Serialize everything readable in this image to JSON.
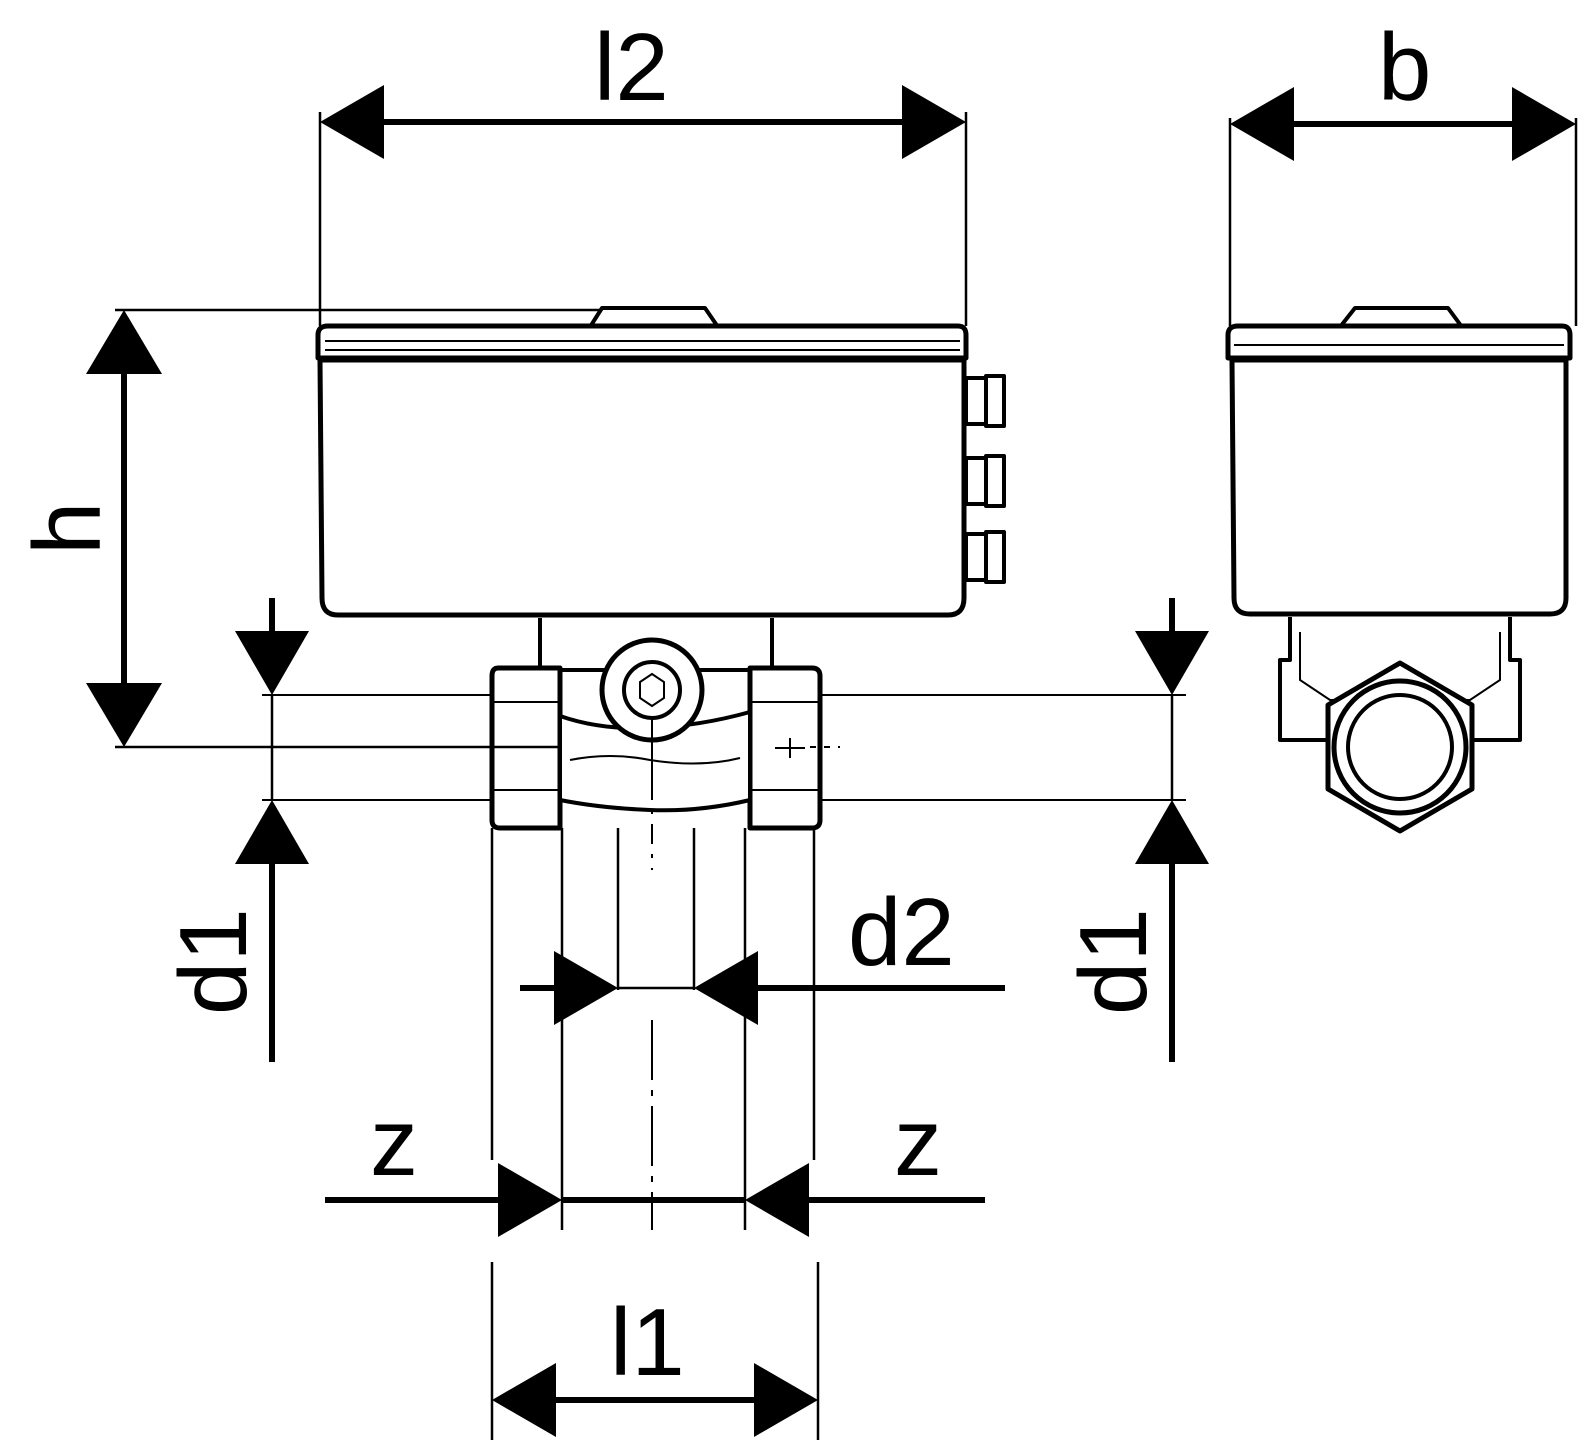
{
  "labels": {
    "l2": "l2",
    "b": "b",
    "h": "h",
    "d1_left": "d1",
    "d1_right": "d1",
    "d2": "d2",
    "z_left": "z",
    "z_right": "z",
    "l1": "l1"
  },
  "colors": {
    "line": "#000000",
    "background": "#ffffff"
  }
}
